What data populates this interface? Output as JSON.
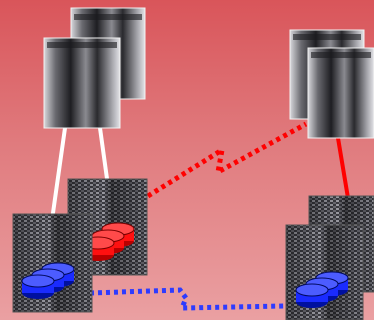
{
  "colors": {
    "background_top": "#d9555a",
    "background_bottom": "#eaa0a2",
    "red_link": "#ff0000",
    "blue_link": "#2e3bff",
    "white_link": "#ffffff",
    "red_disk": "#ff1010",
    "blue_disk": "#1a2bff",
    "server_dark": "#2a2a2e",
    "server_light": "#c9c9cf"
  },
  "nodes": [
    {
      "id": "mainframe-left-back",
      "kind": "tower",
      "icon": "mainframe-server-icon"
    },
    {
      "id": "mainframe-left-front",
      "kind": "tower",
      "icon": "mainframe-server-icon"
    },
    {
      "id": "mainframe-right-back",
      "kind": "tower",
      "icon": "mainframe-server-icon"
    },
    {
      "id": "mainframe-right-front",
      "kind": "tower",
      "icon": "mainframe-server-icon"
    },
    {
      "id": "storage-left-back",
      "kind": "rack",
      "disks": "red",
      "icon": "storage-array-icon"
    },
    {
      "id": "storage-left-front",
      "kind": "rack",
      "disks": "blue",
      "icon": "storage-array-icon"
    },
    {
      "id": "storage-right-back",
      "kind": "rack",
      "disks": "none",
      "icon": "storage-array-icon"
    },
    {
      "id": "storage-right-front",
      "kind": "rack",
      "disks": "blue",
      "icon": "storage-array-icon"
    }
  ],
  "links": [
    {
      "from": "mainframe-left-front",
      "to": "storage-left-front",
      "style": "solid",
      "color": "white"
    },
    {
      "from": "mainframe-left-front",
      "to": "storage-left-back",
      "style": "solid",
      "color": "white"
    },
    {
      "from": "mainframe-right-front",
      "to": "storage-right-back",
      "style": "solid",
      "color": "red"
    },
    {
      "from": "storage-left-back",
      "to": "mainframe-right-front",
      "style": "dotted",
      "color": "red"
    },
    {
      "from": "storage-left-front",
      "to": "storage-right-front",
      "style": "dotted",
      "color": "blue"
    }
  ]
}
